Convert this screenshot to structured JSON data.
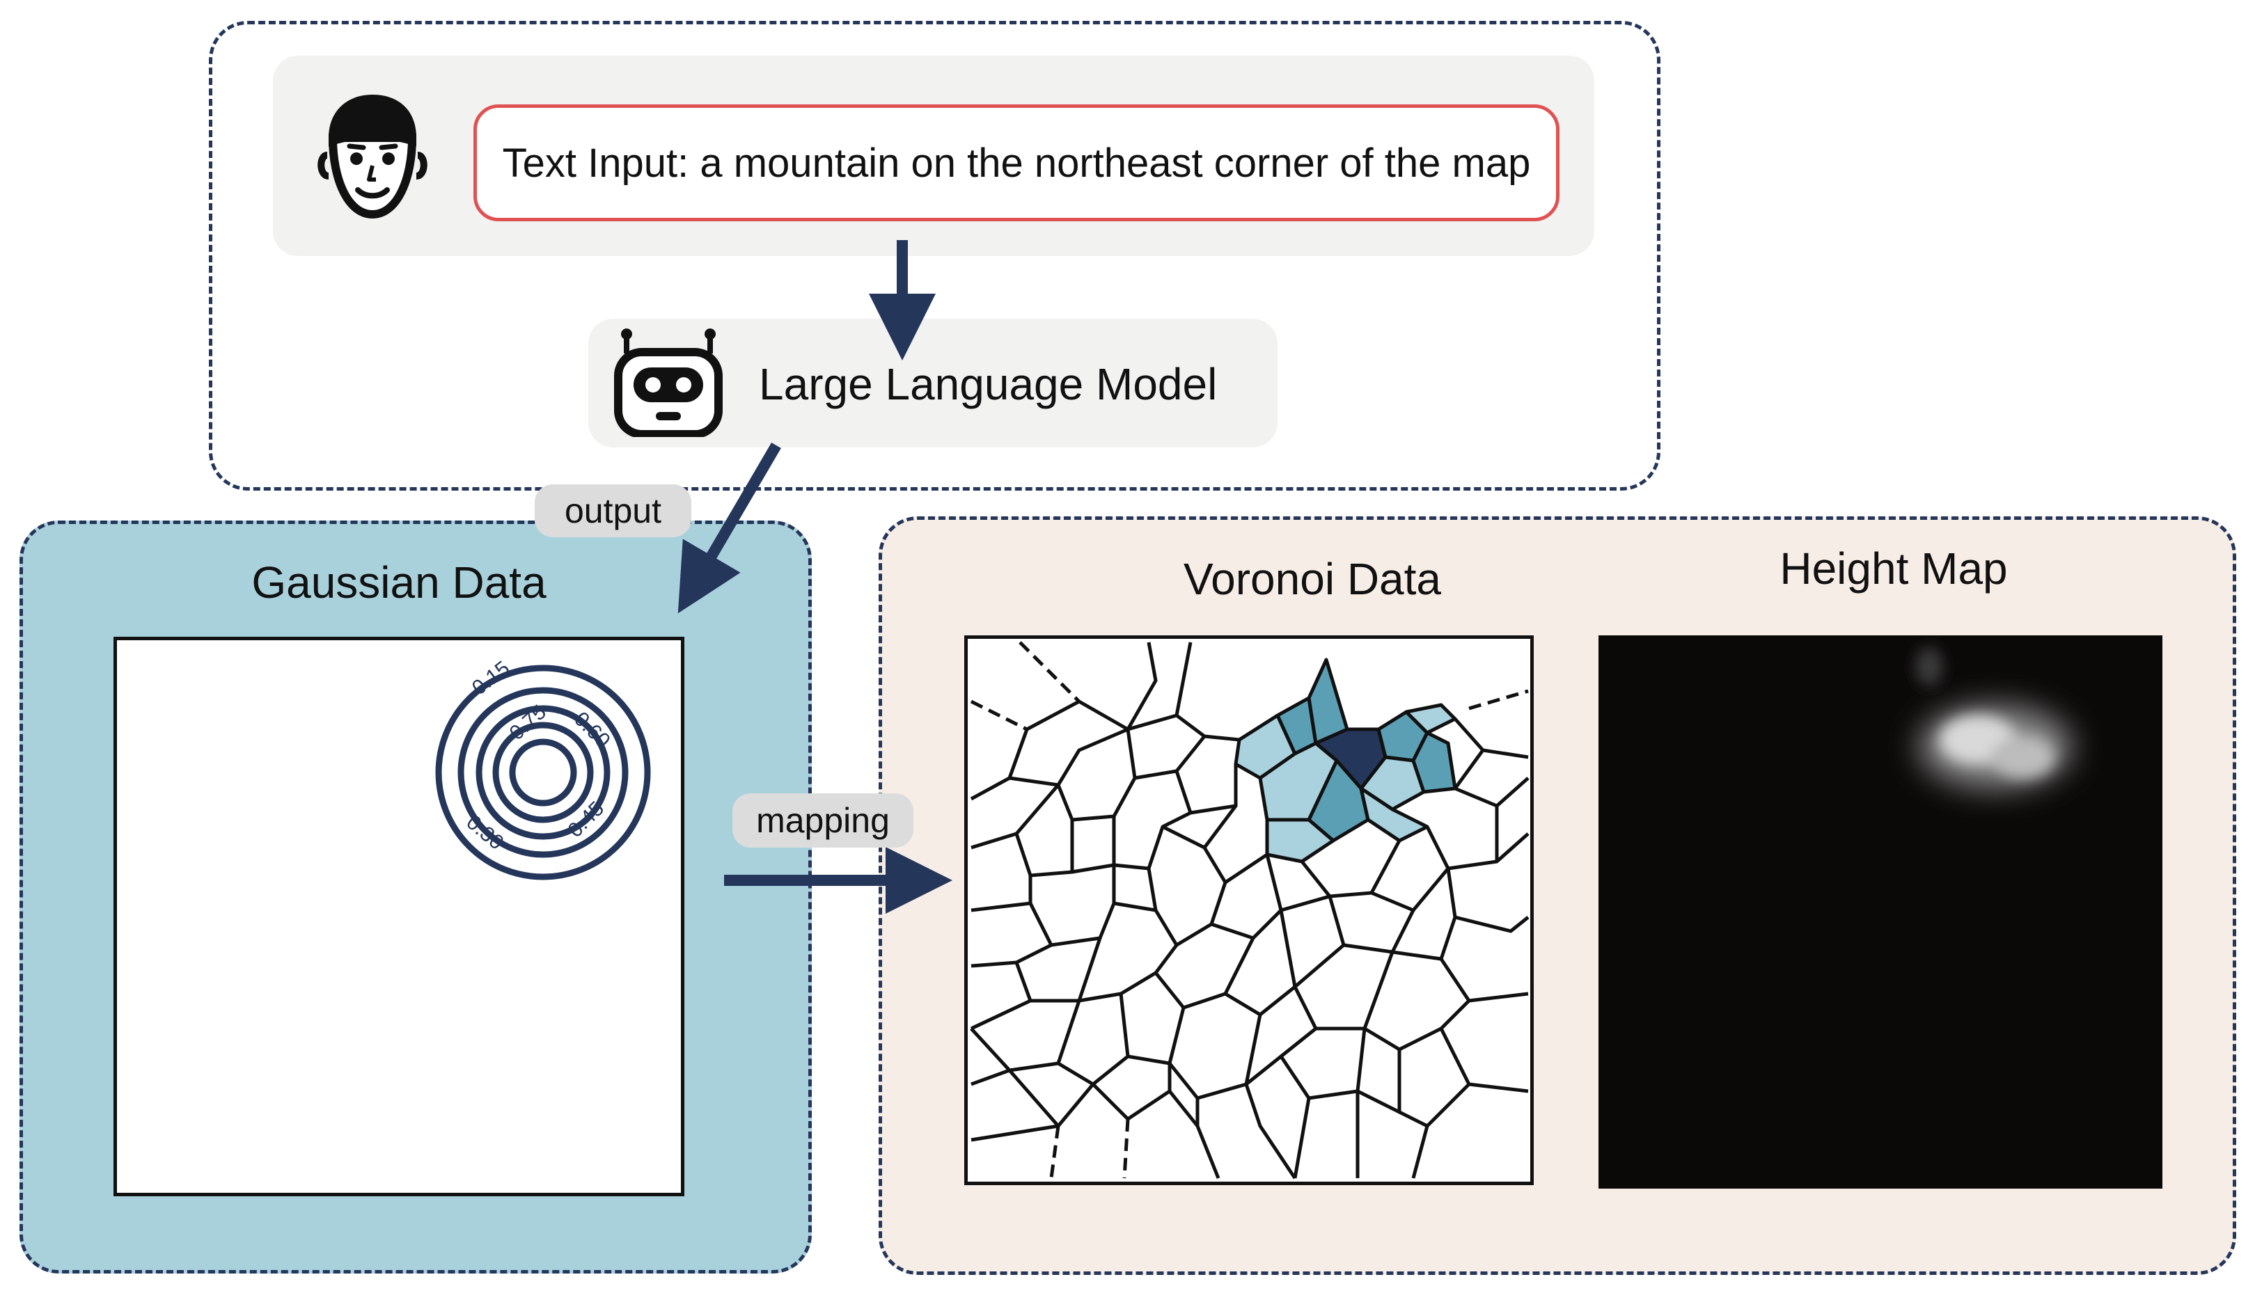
{
  "colors": {
    "navy": "#24365a",
    "input_border": "#e05252",
    "gaussian_bg": "#a8d1dc",
    "output_bg": "#f6ede6",
    "card_bg": "#f2f2f1",
    "pill_bg": "#dcdcdc",
    "heightmap_bg": "#0b0908",
    "cell_light": "#a9d1de",
    "cell_mid": "#5b9fb4",
    "cell_dark": "#24365a"
  },
  "input": {
    "text": "Text Input: a mountain on the northeast corner of the map",
    "user_icon": "user-face-icon"
  },
  "llm": {
    "label": "Large Language Model",
    "icon": "robot-icon"
  },
  "edges": {
    "output_label": "output",
    "mapping_label": "mapping"
  },
  "gaussian": {
    "title": "Gaussian Data",
    "contour_labels": [
      "0.15",
      "0.30",
      "0.45",
      "0.60",
      "0.75"
    ]
  },
  "voronoi": {
    "title": "Voronoi Data"
  },
  "heightmap": {
    "title": "Height Map"
  }
}
